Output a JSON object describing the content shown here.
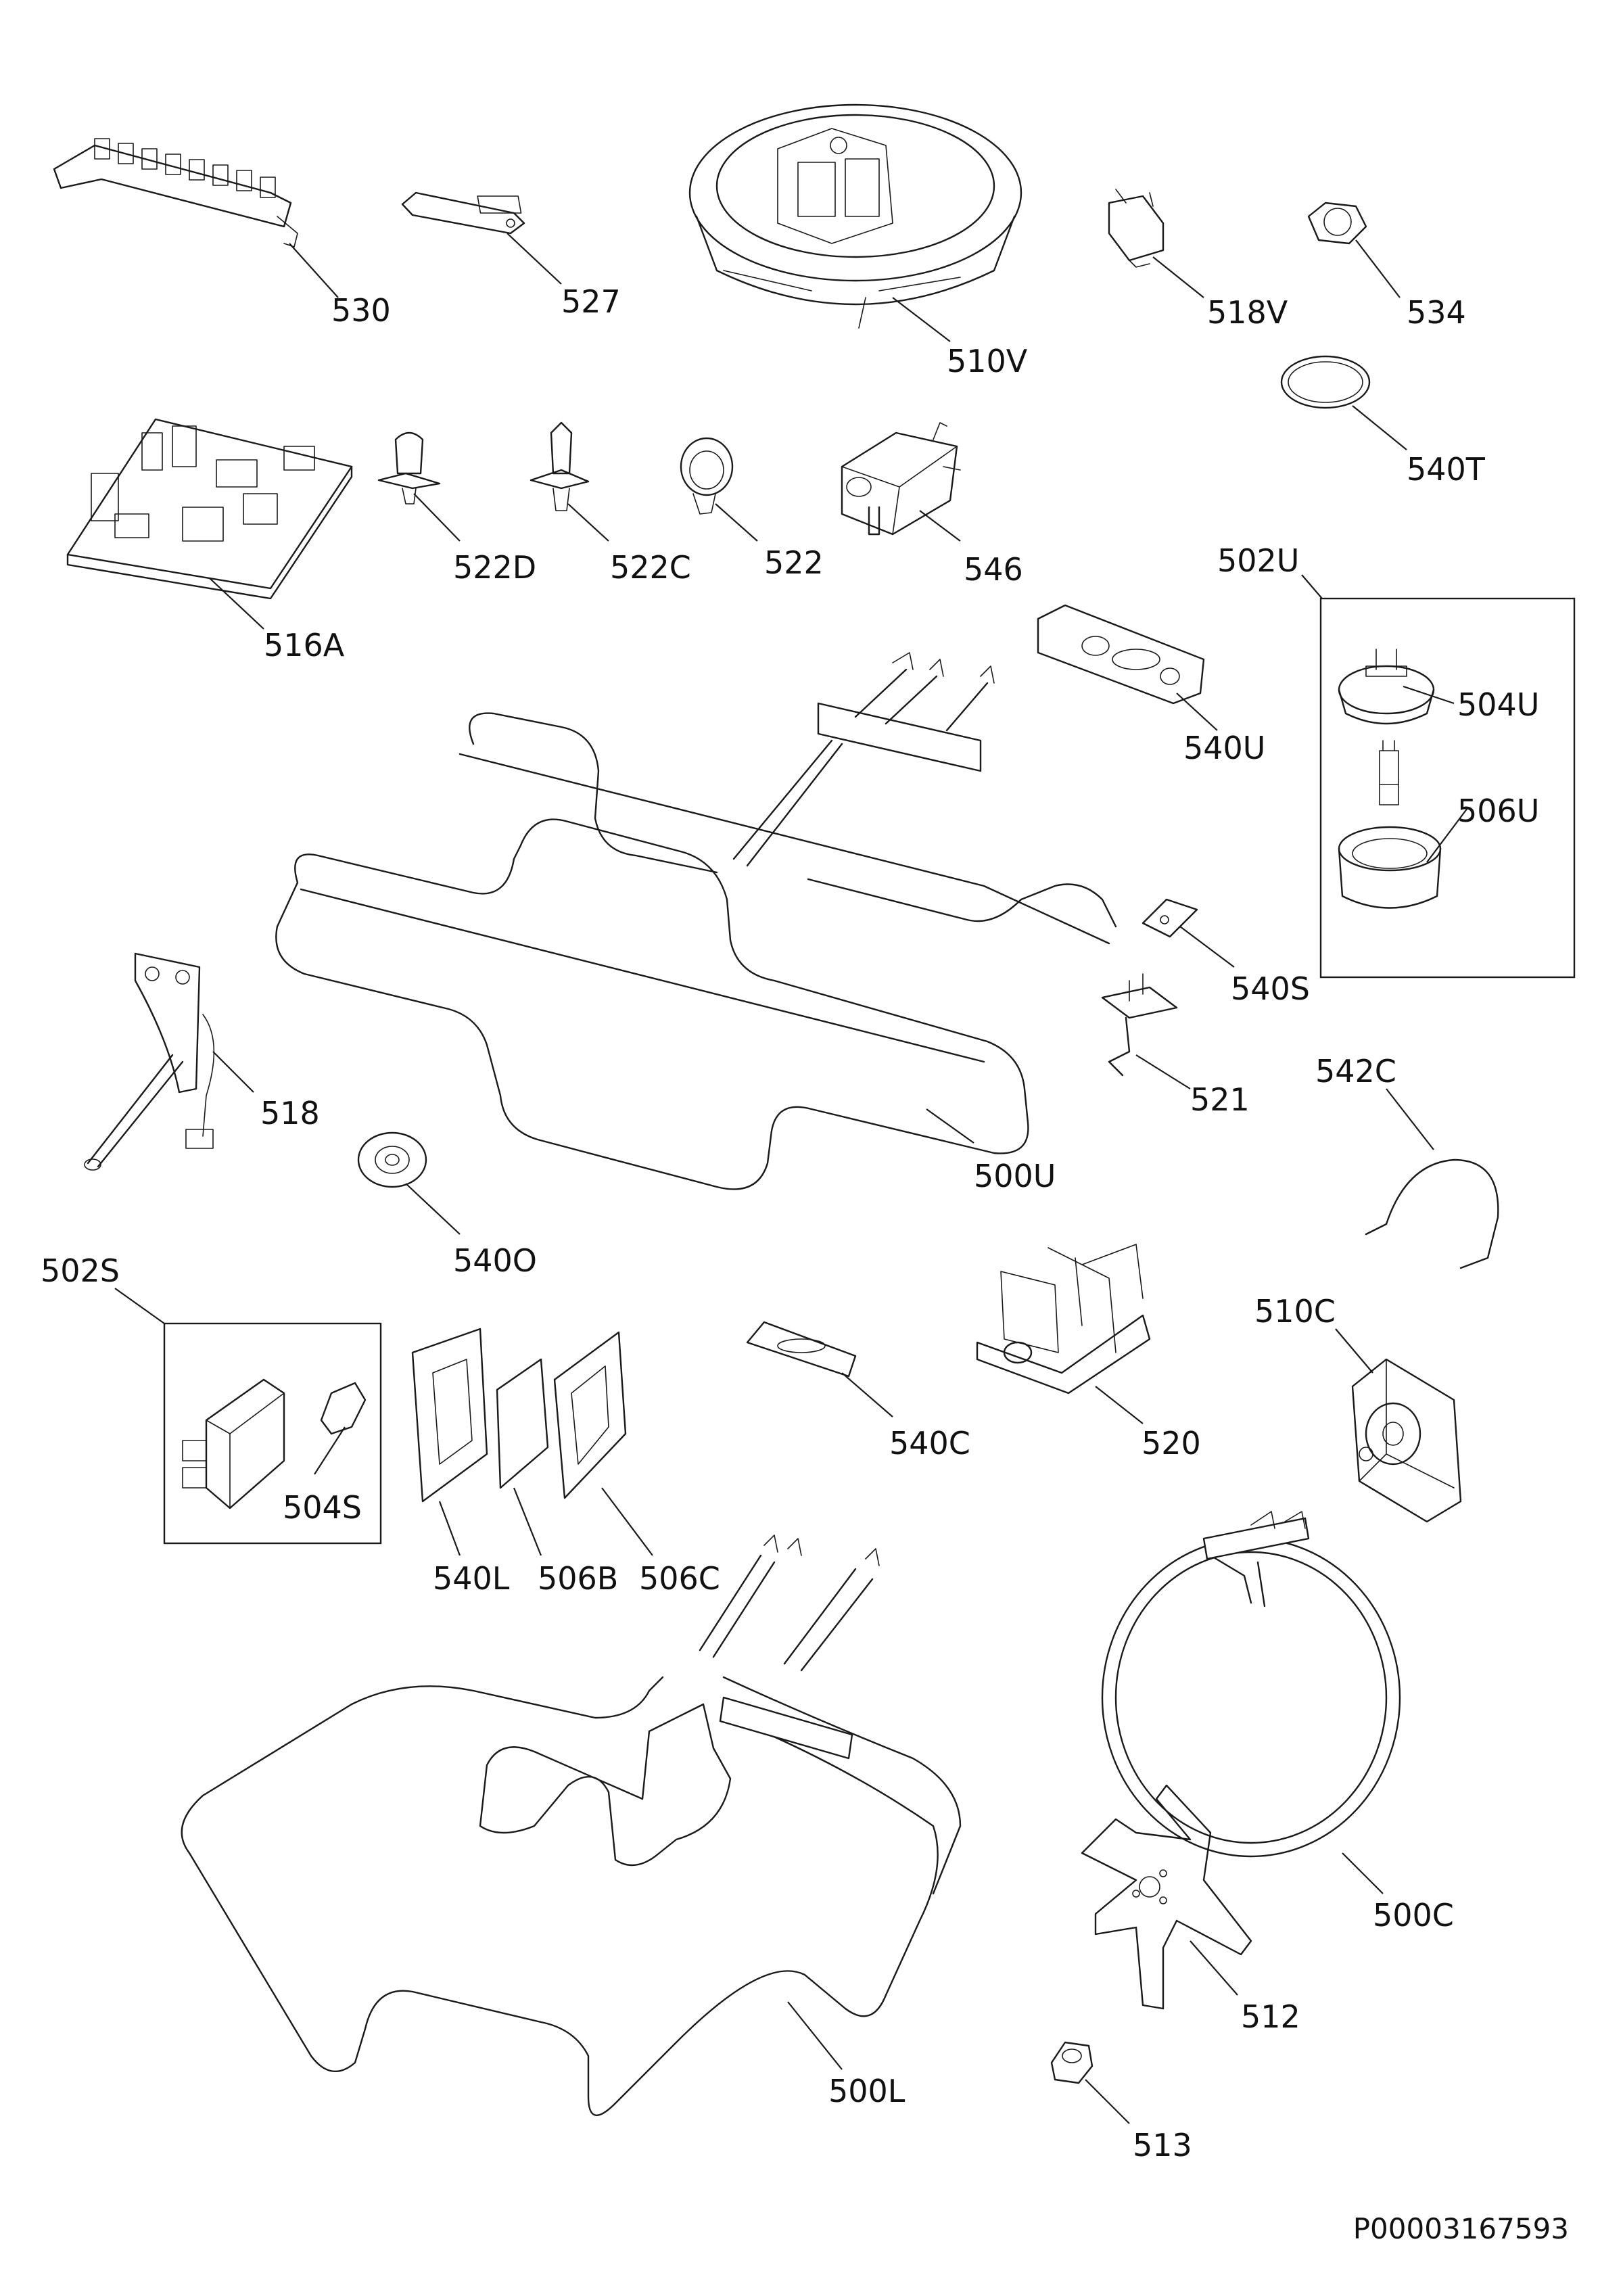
{
  "diagram_code": "P00003167593",
  "parts": [
    {
      "key": "p530",
      "label": "530"
    },
    {
      "key": "p527",
      "label": "527"
    },
    {
      "key": "p510V",
      "label": "510V"
    },
    {
      "key": "p518V",
      "label": "518V"
    },
    {
      "key": "p534",
      "label": "534"
    },
    {
      "key": "p540T",
      "label": "540T"
    },
    {
      "key": "p516A",
      "label": "516A"
    },
    {
      "key": "p522D",
      "label": "522D"
    },
    {
      "key": "p522C",
      "label": "522C"
    },
    {
      "key": "p522",
      "label": "522"
    },
    {
      "key": "p546",
      "label": "546"
    },
    {
      "key": "p502U",
      "label": "502U"
    },
    {
      "key": "p504U",
      "label": "504U"
    },
    {
      "key": "p506U",
      "label": "506U"
    },
    {
      "key": "p540U",
      "label": "540U"
    },
    {
      "key": "p540S",
      "label": "540S"
    },
    {
      "key": "p521",
      "label": "521"
    },
    {
      "key": "p518",
      "label": "518"
    },
    {
      "key": "p500U",
      "label": "500U"
    },
    {
      "key": "p542C",
      "label": "542C"
    },
    {
      "key": "p540O",
      "label": "540O"
    },
    {
      "key": "p502S",
      "label": "502S"
    },
    {
      "key": "p504S",
      "label": "504S"
    },
    {
      "key": "p540L",
      "label": "540L"
    },
    {
      "key": "p506B",
      "label": "506B"
    },
    {
      "key": "p506C",
      "label": "506C"
    },
    {
      "key": "p540C",
      "label": "540C"
    },
    {
      "key": "p520",
      "label": "520"
    },
    {
      "key": "p510C",
      "label": "510C"
    },
    {
      "key": "p500C",
      "label": "500C"
    },
    {
      "key": "p500L",
      "label": "500L"
    },
    {
      "key": "p512",
      "label": "512"
    },
    {
      "key": "p513",
      "label": "513"
    }
  ]
}
